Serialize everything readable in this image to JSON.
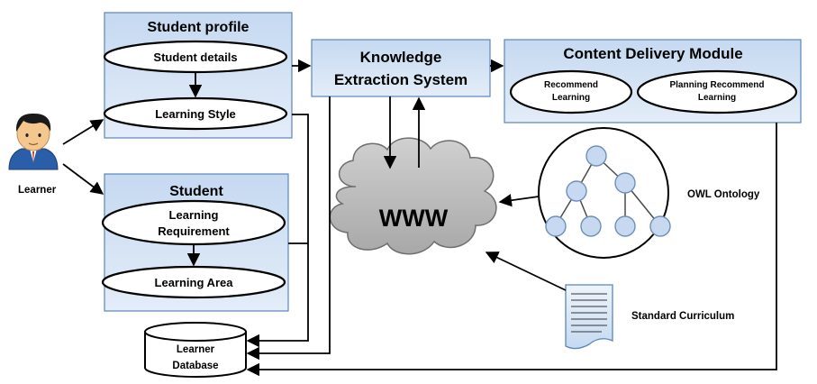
{
  "learner": {
    "label": "Learner"
  },
  "student_profile": {
    "title": "Student profile",
    "details": "Student details",
    "style": "Learning Style"
  },
  "student": {
    "title": "Student",
    "requirement_line1": "Learning",
    "requirement_line2": "Requirement",
    "area": "Learning Area"
  },
  "kes": {
    "line1": "Knowledge",
    "line2": "Extraction System"
  },
  "cdm": {
    "title": "Content Delivery Module",
    "recommend_line1": "Recommend",
    "recommend_line2": "Learning",
    "planning_line1": "Planning Recommend",
    "planning_line2": "Learning"
  },
  "www": {
    "label": "WWW"
  },
  "ontology": {
    "label": "OWL Ontology"
  },
  "curriculum": {
    "label": "Standard Curriculum"
  },
  "database": {
    "line1": "Learner",
    "line2": "Database"
  },
  "colors": {
    "box_fill_top": "#c5d9f1",
    "box_fill_bottom": "#dce8f6",
    "box_stroke": "#5b85b9",
    "node_fill": "#c6d9f1",
    "cloud_fill": "#b7b7b7",
    "arrow": "#000000"
  }
}
